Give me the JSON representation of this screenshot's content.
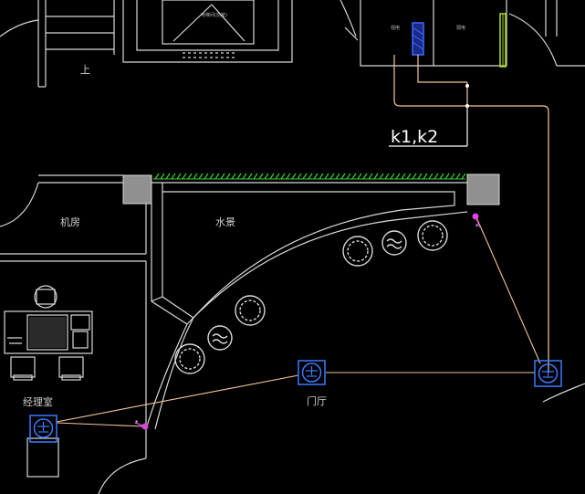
{
  "drawing": {
    "annotation": "k1,k2",
    "room_labels": {
      "machine_room": "机房",
      "water_feature": "水景",
      "manager_office": "经理室",
      "lobby": "门厅",
      "stair_up": "上",
      "elevator_hall": "电梯间(前室)",
      "room_left": "强电",
      "room_right": "弱电"
    }
  },
  "colors": {
    "background": "#000000",
    "wall": "#d8d8d8",
    "wire": "#f5c89a",
    "fixture": "#3d7bff",
    "hatch": "#33cc33",
    "switch": "#dd44dd",
    "column": "#909090",
    "duct": "#3d6bff",
    "panel": "#aadd22"
  },
  "legend_icons": {
    "light_fixture": "ceiling-light-icon",
    "switch": "wall-switch-icon",
    "planter": "planter-icon",
    "chair": "chair-icon"
  }
}
